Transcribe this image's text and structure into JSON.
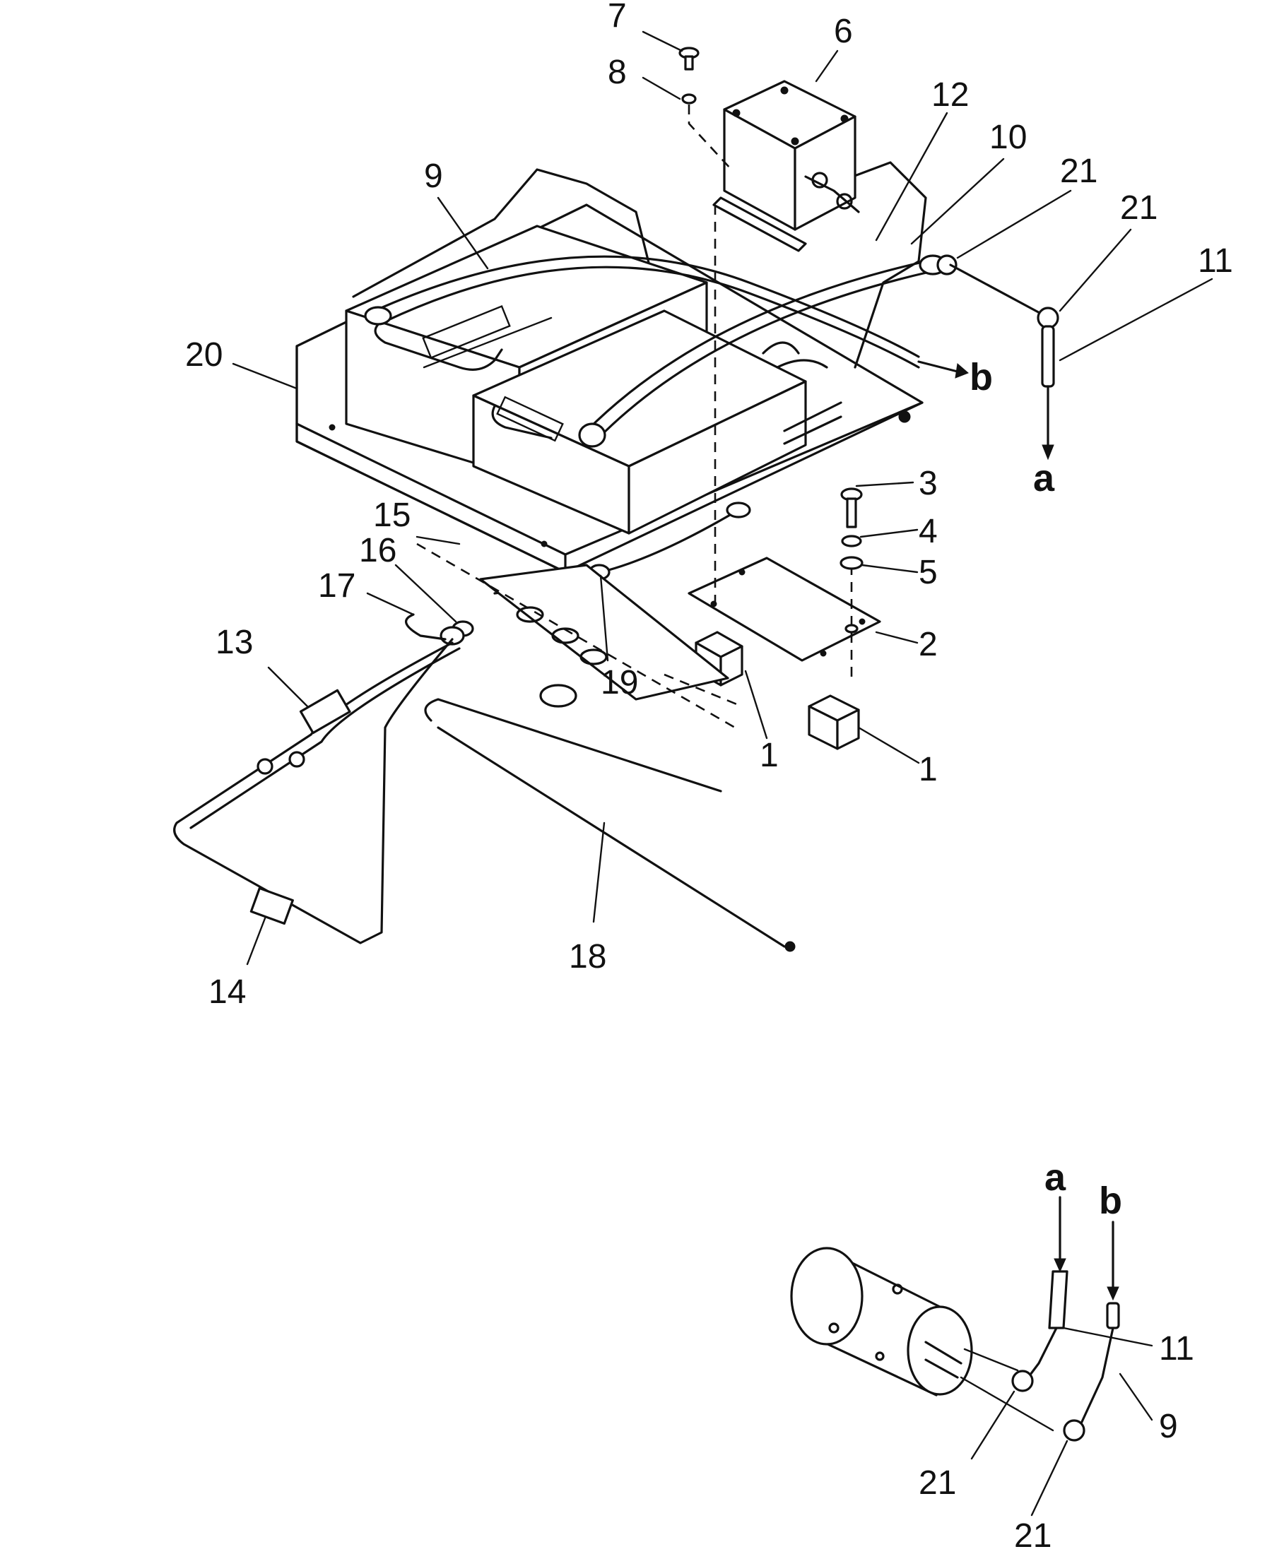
{
  "callouts": {
    "c1a": "1",
    "c1b": "1",
    "c2": "2",
    "c3": "3",
    "c4": "4",
    "c5": "5",
    "c6": "6",
    "c7": "7",
    "c8": "8",
    "c9a": "9",
    "c9b": "9",
    "c10": "10",
    "c11a": "11",
    "c11b": "11",
    "c12": "12",
    "c13": "13",
    "c14": "14",
    "c15": "15",
    "c16": "16",
    "c17": "17",
    "c18": "18",
    "c19": "19",
    "c20": "20",
    "c21a": "21",
    "c21b": "21",
    "c21c": "21",
    "c21d": "21"
  },
  "connection_marks": {
    "a_top": "a",
    "b_top": "b",
    "a_bottom": "a",
    "b_bottom": "b"
  }
}
